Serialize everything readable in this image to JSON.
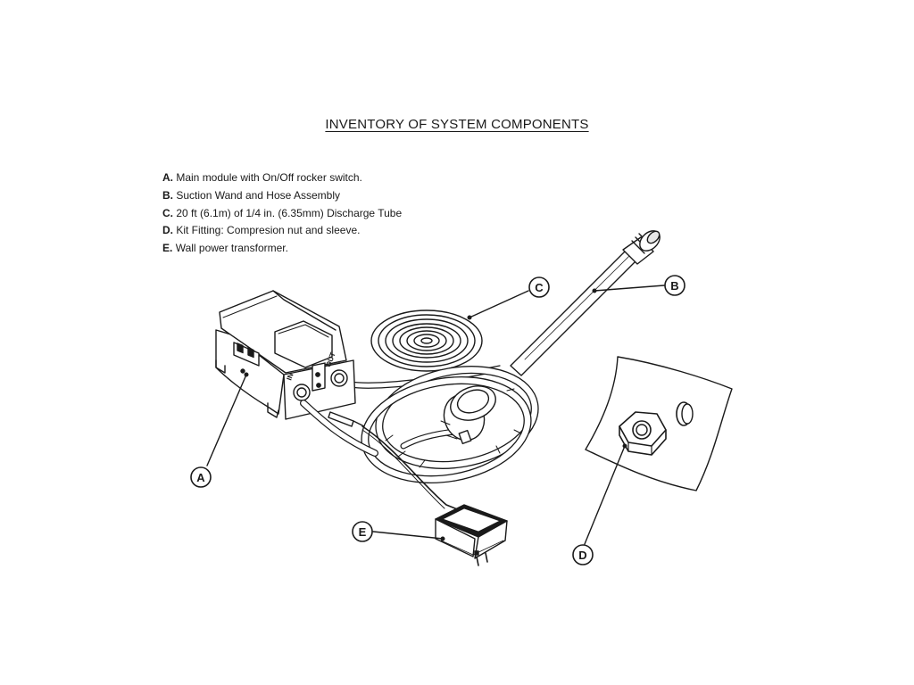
{
  "title": "INVENTORY OF SYSTEM COMPONENTS",
  "components": [
    {
      "letter": "A",
      "key": "A.",
      "description": "Main module with On/Off rocker switch."
    },
    {
      "letter": "B",
      "key": "B.",
      "description": "Suction Wand and Hose Assembly"
    },
    {
      "letter": "C",
      "key": "C.",
      "description": "20 ft (6.1m) of 1/4 in. (6.35mm) Discharge Tube"
    },
    {
      "letter": "D",
      "key": "D.",
      "description": "Kit Fitting: Compresion nut and sleeve."
    },
    {
      "letter": "E",
      "key": "E.",
      "description": "Wall power transformer."
    }
  ],
  "module_labels": {
    "in": "IN",
    "out": "OUT"
  },
  "callouts": {
    "a": "A",
    "b": "B",
    "c": "C",
    "d": "D",
    "e": "E"
  }
}
